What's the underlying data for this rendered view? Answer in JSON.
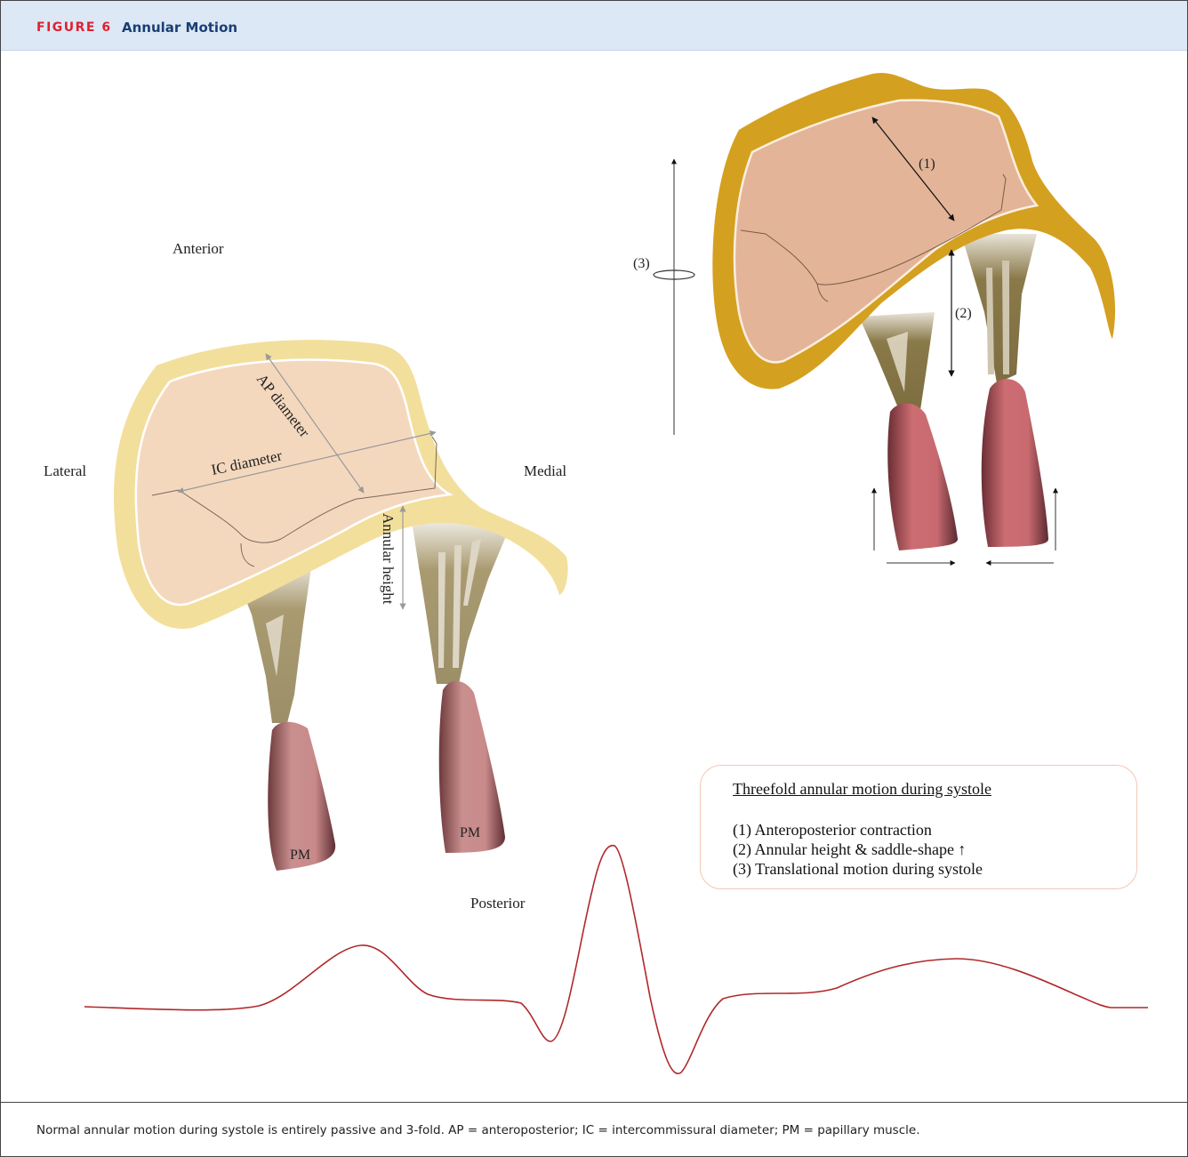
{
  "header": {
    "figure_number": "FIGURE 6",
    "title": "Annular Motion"
  },
  "diagram": {
    "orientation": {
      "anterior": "Anterior",
      "posterior": "Posterior",
      "lateral": "Lateral",
      "medial": "Medial"
    },
    "left_annulus": {
      "ap_diameter": "AP diameter",
      "ic_diameter": "IC diameter",
      "annular_height": "Annular height",
      "pm_left": "PM",
      "pm_right": "PM"
    },
    "right_annulus": {
      "marker_1": "(1)",
      "marker_2": "(2)",
      "marker_3": "(3)"
    },
    "legend": {
      "title": "Threefold annular motion during systole",
      "items": [
        "(1) Anteroposterior contraction",
        "(2) Annular height & saddle-shape ↑",
        "(3) Translational motion during systole"
      ]
    },
    "colors": {
      "annulus_left": "#f3df9c",
      "annulus_right": "#d4a020",
      "leaflet": "#f4d8be",
      "papillary_muscle": "#c98a8a",
      "chordae": "#a99a70",
      "ecg_trace": "#b0282a"
    }
  },
  "caption": "Normal annular motion during systole is entirely passive and 3-fold. AP = anteroposterior; IC = intercommissural diameter; PM = papillary muscle."
}
